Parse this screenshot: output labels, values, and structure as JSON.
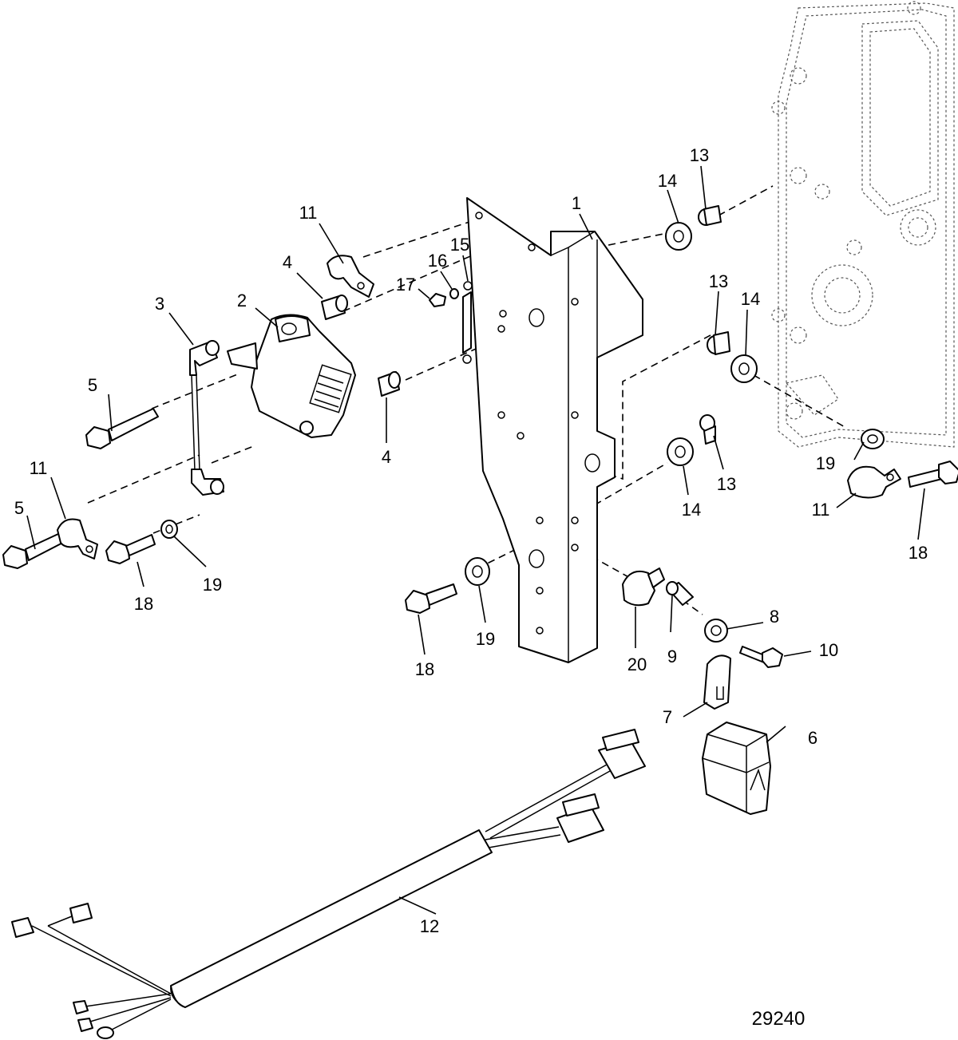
{
  "figure_number": "29240",
  "callouts": [
    "1",
    "2",
    "3",
    "4",
    "4",
    "5",
    "5",
    "6",
    "7",
    "8",
    "9",
    "10",
    "11",
    "11",
    "11",
    "12",
    "13",
    "13",
    "13",
    "14",
    "14",
    "14",
    "15",
    "16",
    "17",
    "18",
    "18",
    "18",
    "19",
    "19",
    "19",
    "20"
  ]
}
